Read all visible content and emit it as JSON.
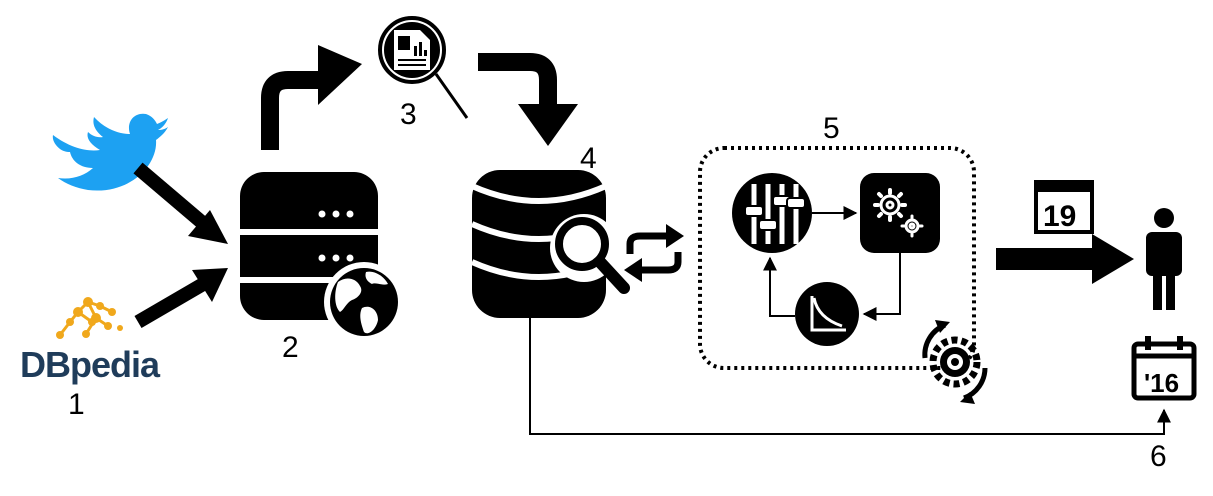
{
  "steps": {
    "s1": "1",
    "s2": "2",
    "s3": "3",
    "s4": "4",
    "s5": "5",
    "s6": "6"
  },
  "dbpedia_logo_text": "DBpedia",
  "calendar_day": "19",
  "calendar_year": "'16",
  "colors": {
    "twitter": "#1DA1F2",
    "dbpedia_text": "#1f3c5a",
    "dbpedia_nodes": "#f0a81c",
    "ink": "#000000"
  },
  "icons": [
    "twitter-icon",
    "dbpedia-logo",
    "database-globe-icon",
    "document-search-icon",
    "database-search-icon",
    "sync-arrows-icon",
    "sliders-icon",
    "gears-icon",
    "curve-chart-icon",
    "gear-cycle-icon",
    "calendar-19-icon",
    "person-icon",
    "calendar-16-icon"
  ]
}
